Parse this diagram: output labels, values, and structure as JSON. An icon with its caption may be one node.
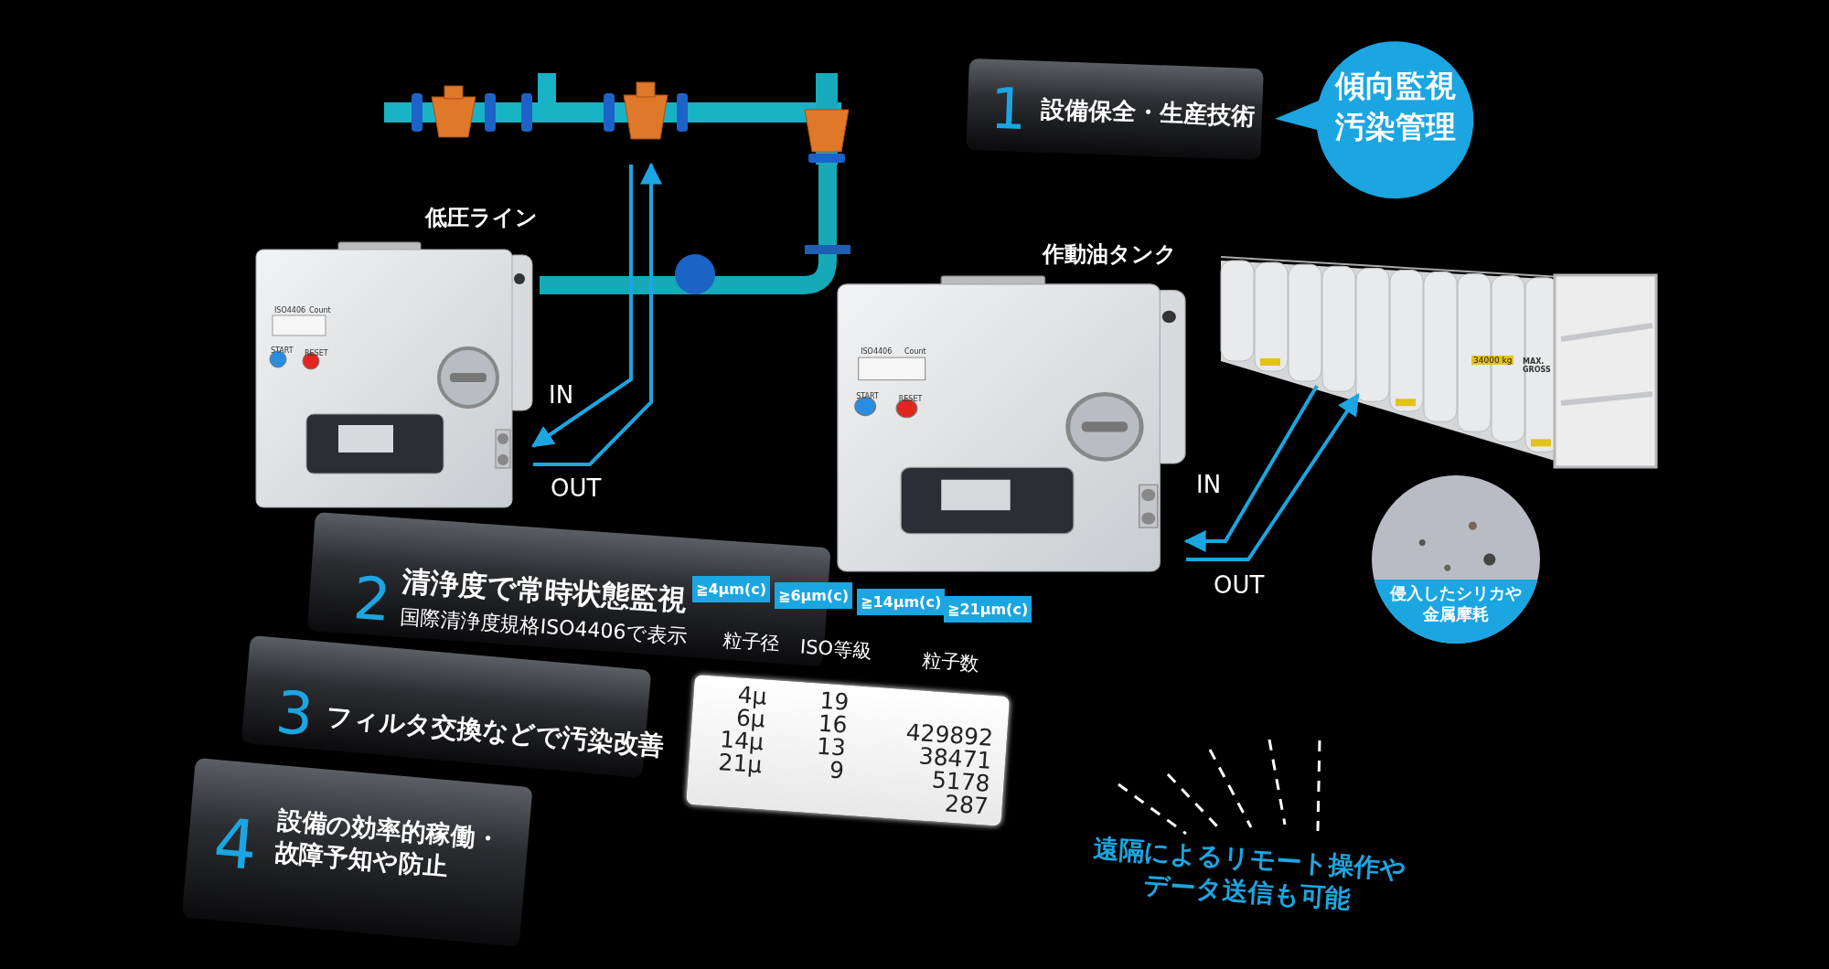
{
  "diagram": {
    "nodes": [
      {
        "text": [
          "1",
          "設備保全・生産技術"
        ]
      },
      {
        "text": [
          "傾向監視汚染管理"
        ]
      },
      {
        "text": [
          "2",
          "清浄度で常時状態監視",
          "国際清浄度規格ISO4406で表示"
        ]
      },
      {
        "text": [
          "3",
          "フィルタ交換などで汚染改善"
        ]
      },
      {
        "text": [
          "4",
          "設備の効率的稼働・故障予知や防止"
        ]
      },
      {
        "text": [],
        "shape": "picture",
        "beside": [
          "低圧ライン"
        ]
      },
      {
        "text": [],
        "shape": "picture"
      },
      {
        "text": [],
        "shape": "picture",
        "beside": [
          "作動油タンク"
        ]
      },
      {
        "text": [],
        "shape": "picture"
      },
      {
        "text": [
          "侵入したシリカや金属摩耗"
        ]
      }
    ],
    "edges": [
      {
        "from": 6,
        "to": 5,
        "arrow": "to",
        "label": "IN"
      },
      {
        "from": 5,
        "to": 6,
        "arrow": "to",
        "label": "OUT"
      },
      {
        "from": 8,
        "to": 7,
        "arrow": "to",
        "label": "IN"
      },
      {
        "from": 7,
        "to": 8,
        "arrow": "to",
        "label": "OUT"
      }
    ],
    "labels": [
      "≧4μm(c)",
      "≧6μm(c)",
      "≧14μm(c)",
      "≧21μm(c)",
      "粒子径",
      "ISO等級",
      "粒子数",
      "4μ",
      "19",
      "429892",
      "6μ",
      "16",
      "38471",
      "14μ",
      "13",
      "5178",
      "21μ",
      "9",
      "287",
      "遠隔によるリモート操作やデータ送信も可能",
      "ISO4406",
      "Count",
      "START",
      "RESET",
      "ISO4406",
      "Count",
      "START",
      "RESET",
      "34000 kg",
      "MAX. GROSS"
    ]
  }
}
